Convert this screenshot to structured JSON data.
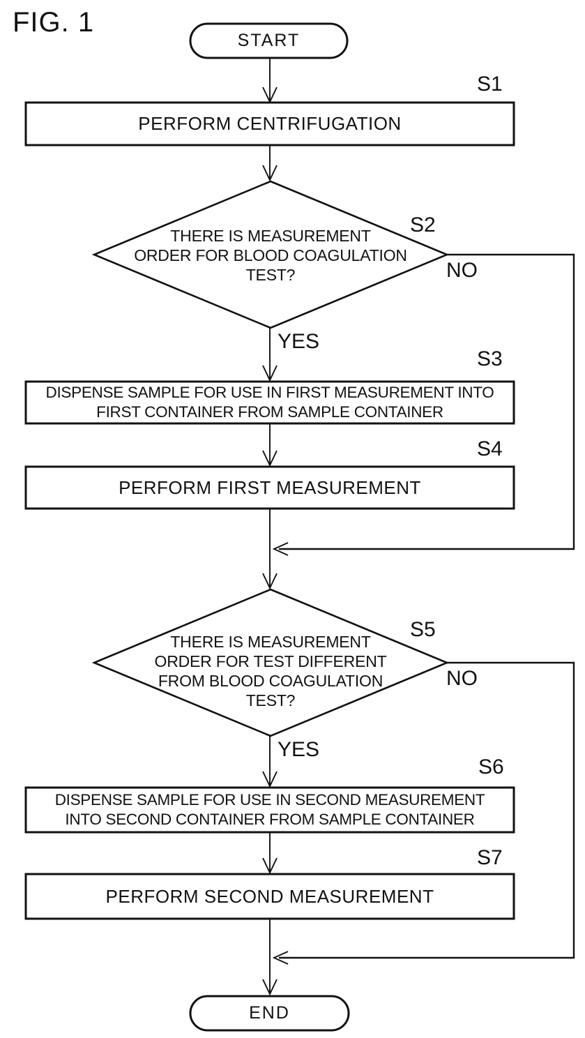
{
  "figure_label": "FIG. 1",
  "flowchart": {
    "start": {
      "label": "START"
    },
    "end": {
      "label": "END"
    },
    "steps": [
      {
        "id": "S1",
        "type": "process",
        "lines": [
          "PERFORM CENTRIFUGATION"
        ]
      },
      {
        "id": "S2",
        "type": "decision",
        "lines": [
          "THERE IS MEASUREMENT",
          "ORDER FOR BLOOD COAGULATION",
          "TEST?"
        ],
        "yes_label": "YES",
        "no_label": "NO"
      },
      {
        "id": "S3",
        "type": "process",
        "lines": [
          "DISPENSE SAMPLE FOR USE IN FIRST MEASUREMENT INTO",
          "FIRST CONTAINER FROM SAMPLE CONTAINER"
        ]
      },
      {
        "id": "S4",
        "type": "process",
        "lines": [
          "PERFORM FIRST MEASUREMENT"
        ]
      },
      {
        "id": "S5",
        "type": "decision",
        "lines": [
          "THERE IS MEASUREMENT",
          "ORDER FOR TEST DIFFERENT",
          "FROM BLOOD COAGULATION",
          "TEST?"
        ],
        "yes_label": "YES",
        "no_label": "NO"
      },
      {
        "id": "S6",
        "type": "process",
        "lines": [
          "DISPENSE SAMPLE FOR USE IN SECOND MEASUREMENT",
          "INTO SECOND CONTAINER FROM SAMPLE CONTAINER"
        ]
      },
      {
        "id": "S7",
        "type": "process",
        "lines": [
          "PERFORM SECOND MEASUREMENT"
        ]
      }
    ]
  },
  "colors": {
    "ink": "#111111",
    "background": "#ffffff"
  }
}
